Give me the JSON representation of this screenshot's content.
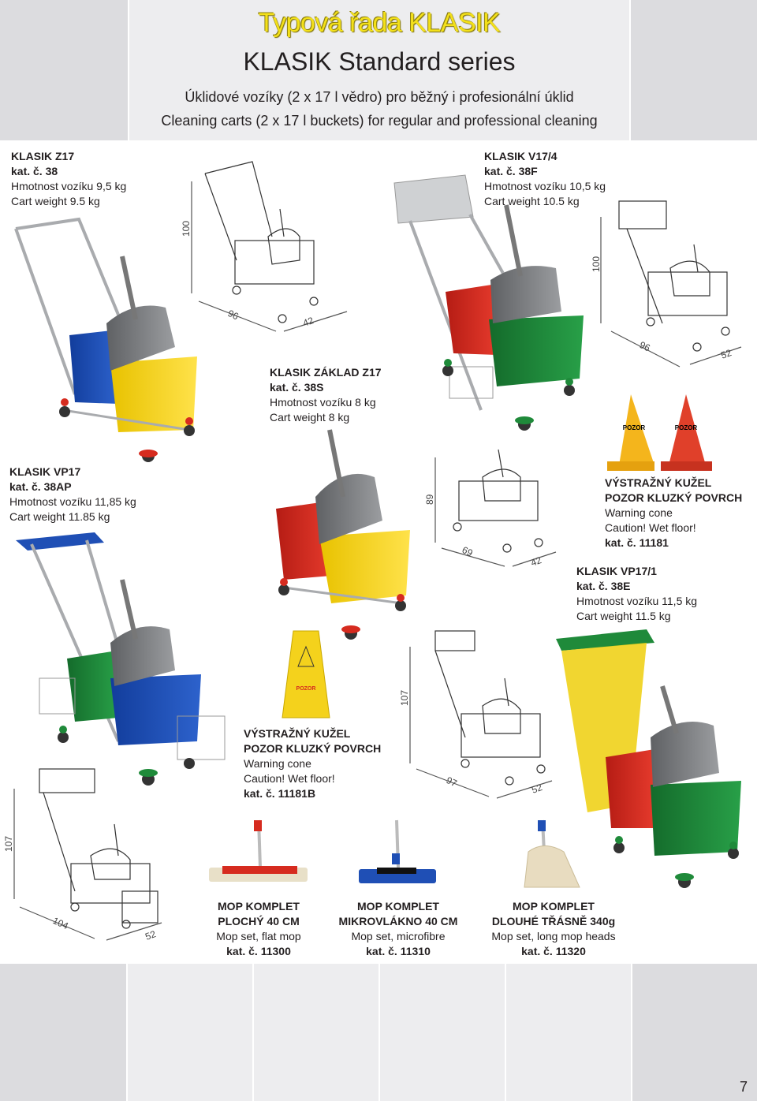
{
  "header": {
    "title_cz": "Typová řada KLASIK",
    "title_en": "KLASIK Standard series",
    "subtitle_cz": "Úklidové vozíky (2 x 17 l vědro) pro běžný i profesionální úklid",
    "subtitle_en": "Cleaning carts (2 x 17 l buckets) for regular and professional cleaning"
  },
  "products": {
    "z17": {
      "name": "KLASIK Z17",
      "cat": "kat. č. 38",
      "weight_cz": "Hmotnost vozíku 9,5 kg",
      "weight_en": "Cart weight 9.5 kg"
    },
    "v17_4": {
      "name": "KLASIK V17/4",
      "cat": "kat. č. 38F",
      "weight_cz": "Hmotnost vozíku 10,5 kg",
      "weight_en": "Cart weight 10.5 kg"
    },
    "zaklad_z17": {
      "name": "KLASIK ZÁKLAD Z17",
      "cat": "kat. č. 38S",
      "weight_cz": "Hmotnost vozíku 8 kg",
      "weight_en": "Cart weight 8 kg"
    },
    "vp17": {
      "name": "KLASIK VP17",
      "cat": "kat. č. 38AP",
      "weight_cz": "Hmotnost vozíku 11,85 kg",
      "weight_en": "Cart weight 11.85 kg"
    },
    "cone": {
      "name1": "VÝSTRAŽNÝ KUŽEL",
      "name2": "POZOR KLUZKÝ POVRCH",
      "en1": "Warning cone",
      "en2": "Caution! Wet floor!",
      "cat": "kat. č. 11181"
    },
    "vp17_1": {
      "name": "KLASIK VP17/1",
      "cat": "kat. č. 38E",
      "weight_cz": "Hmotnost vozíku 11,5 kg",
      "weight_en": "Cart weight 11.5 kg"
    },
    "sign": {
      "name1": "VÝSTRAŽNÝ KUŽEL",
      "name2": "POZOR KLUZKÝ POVRCH",
      "en1": "Warning cone",
      "en2": "Caution! Wet floor!",
      "cat": "kat. č. 11181B"
    },
    "mop_flat": {
      "name1": "MOP KOMPLET",
      "name2": "PLOCHÝ 40 CM",
      "en": "Mop set, flat mop",
      "cat": "kat. č. 11300"
    },
    "mop_micro": {
      "name1": "MOP KOMPLET",
      "name2": "MIKROVLÁKNO 40 CM",
      "en": "Mop set, microfibre",
      "cat": "kat. č. 11310"
    },
    "mop_long": {
      "name1": "MOP KOMPLET",
      "name2": "DLOUHÉ TŘÁSNĚ 340g",
      "en": "Mop set, long mop heads",
      "cat": "kat. č. 11320"
    }
  },
  "dimensions": {
    "z17_h": "100",
    "z17_l": "96",
    "z17_w": "42",
    "v17_h": "100",
    "v17_l": "96",
    "v17_w": "52",
    "zak_h": "89",
    "zak_l": "69",
    "zak_w": "42",
    "vp171_h": "107",
    "vp171_l": "97",
    "vp171_w": "52",
    "vp17_h": "107",
    "vp17_l": "104",
    "vp17_w": "52"
  },
  "cone_label": "POZOR",
  "cone_sub": "KLUZKÝ POVRCH",
  "page_number": "7",
  "colors": {
    "header_bg": "#ededef",
    "side_bg": "#dcdcdf",
    "title_yellow": "#f3e01a",
    "red": "#d62b1f",
    "yellow": "#f4d21c",
    "blue": "#1f4fb5",
    "green": "#1f8a3a",
    "grey": "#7d7f82"
  }
}
